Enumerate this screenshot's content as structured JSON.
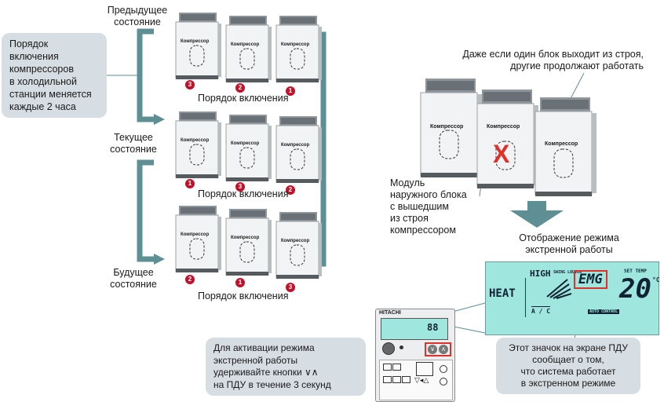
{
  "cycle": {
    "callout": [
      "Порядок",
      "включения",
      "компрессоров",
      "в холодильной",
      "станции меняется",
      "каждые 2 часа"
    ],
    "states": {
      "previous": [
        "Предыдущее",
        "состояние"
      ],
      "current": [
        "Текущее",
        "состояние"
      ],
      "future": [
        "Будущее",
        "состояние"
      ]
    },
    "order_label": "Порядок включения",
    "unit_label": "Компрессор",
    "rows": [
      {
        "order": [
          "3",
          "2",
          "1"
        ]
      },
      {
        "order": [
          "1",
          "3",
          "2"
        ]
      },
      {
        "order": [
          "2",
          "1",
          "3"
        ]
      }
    ]
  },
  "failure": {
    "caption_line1": "Даже если один блок выходит из строя,",
    "caption_line2": "другие продолжают работать",
    "unit_label": "Компрессор",
    "failed_label": [
      "Модуль",
      "наружного блока",
      "с вышедшим",
      "из строя",
      "компрессором"
    ],
    "fail_mark": "X"
  },
  "display": {
    "caption": [
      "Отображение режима",
      "экстренной работы"
    ],
    "heat": "HEAT",
    "high": "HIGH",
    "swing": "SWING LOUVER",
    "ac": "A / C",
    "emg": "EMG",
    "set_temp": "SET TEMP",
    "temp": "20",
    "unit": "°C",
    "auto": "AUTO CONTROL",
    "callout": [
      "Этот значок на экране ПДУ",
      "сообщает о том,",
      "что система работает",
      "в экстренном режиме"
    ]
  },
  "remote": {
    "brand": "HITACHI",
    "lcd_digits": "88",
    "callout": [
      "Для активации режима",
      "экстренной работы",
      "удерживайте кнопки ∨∧",
      "на ПДУ в течение 3 секунд"
    ]
  },
  "colors": {
    "arrow": "#5e8f95",
    "callout_bg": "#d6dde3",
    "badge": "#c0122a",
    "lcd": "#9fe6df",
    "emg_box": "#e0302a"
  }
}
